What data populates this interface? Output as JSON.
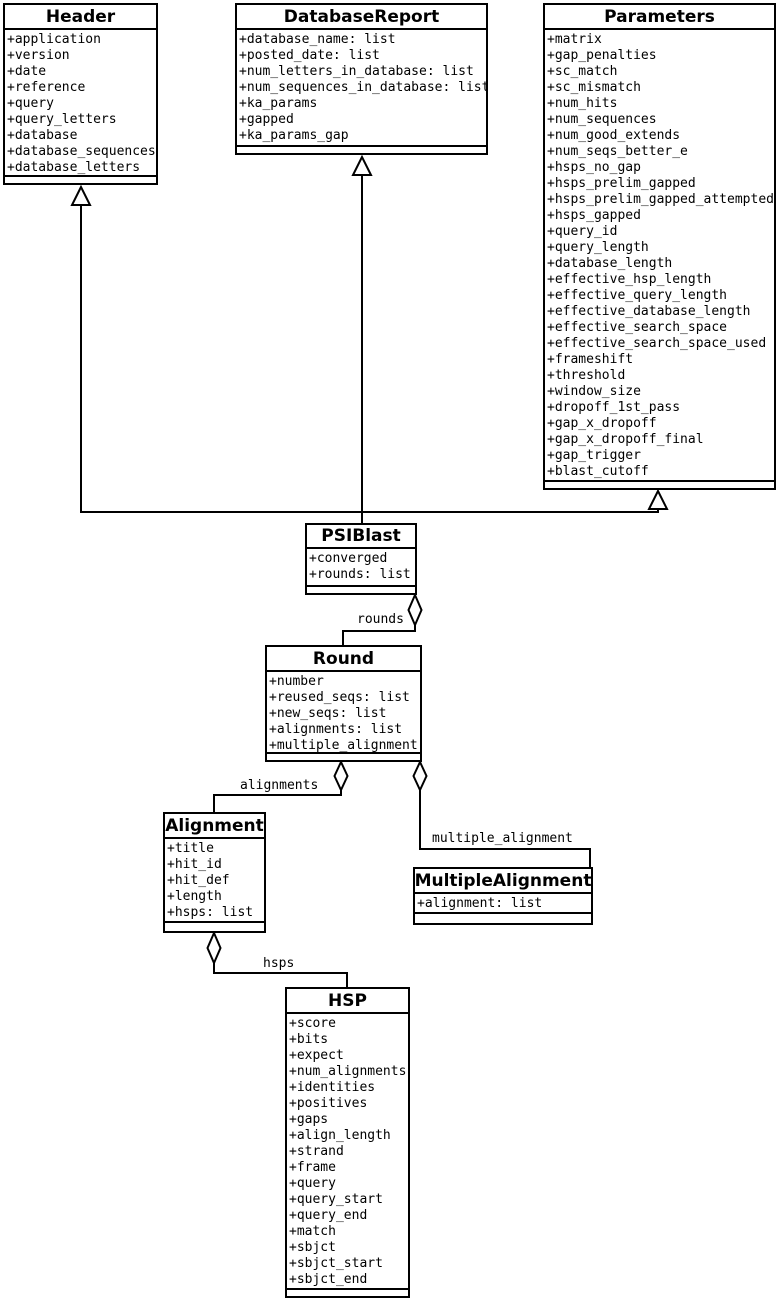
{
  "diagram": {
    "background": "#ffffff",
    "line_color": "#000000",
    "classes": {
      "header": {
        "name": "Header",
        "attributes": [
          "+application",
          "+version",
          "+date",
          "+reference",
          "+query",
          "+query_letters",
          "+database",
          "+database_sequences",
          "+database_letters"
        ]
      },
      "database_report": {
        "name": "DatabaseReport",
        "attributes": [
          "+database_name: list",
          "+posted_date: list",
          "+num_letters_in_database: list",
          "+num_sequences_in_database: list",
          "+ka_params",
          "+gapped",
          "+ka_params_gap"
        ]
      },
      "parameters": {
        "name": "Parameters",
        "attributes": [
          "+matrix",
          "+gap_penalties",
          "+sc_match",
          "+sc_mismatch",
          "+num_hits",
          "+num_sequences",
          "+num_good_extends",
          "+num_seqs_better_e",
          "+hsps_no_gap",
          "+hsps_prelim_gapped",
          "+hsps_prelim_gapped_attempted",
          "+hsps_gapped",
          "+query_id",
          "+query_length",
          "+database_length",
          "+effective_hsp_length",
          "+effective_query_length",
          "+effective_database_length",
          "+effective_search_space",
          "+effective_search_space_used",
          "+frameshift",
          "+threshold",
          "+window_size",
          "+dropoff_1st_pass",
          "+gap_x_dropoff",
          "+gap_x_dropoff_final",
          "+gap_trigger",
          "+blast_cutoff"
        ]
      },
      "psiblast": {
        "name": "PSIBlast",
        "attributes": [
          "+converged",
          "+rounds: list"
        ]
      },
      "round": {
        "name": "Round",
        "attributes": [
          "+number",
          "+reused_seqs: list",
          "+new_seqs: list",
          "+alignments: list",
          "+multiple_alignment"
        ]
      },
      "alignment": {
        "name": "Alignment",
        "attributes": [
          "+title",
          "+hit_id",
          "+hit_def",
          "+length",
          "+hsps: list"
        ]
      },
      "multiple_alignment": {
        "name": "MultipleAlignment",
        "attributes": [
          "+alignment: list"
        ]
      },
      "hsp": {
        "name": "HSP",
        "attributes": [
          "+score",
          "+bits",
          "+expect",
          "+num_alignments",
          "+identities",
          "+positives",
          "+gaps",
          "+align_length",
          "+strand",
          "+frame",
          "+query",
          "+query_start",
          "+query_end",
          "+match",
          "+sbjct",
          "+sbjct_start",
          "+sbjct_end"
        ]
      }
    },
    "edge_labels": {
      "rounds": "rounds",
      "alignments": "alignments",
      "multiple_alignment": "multiple_alignment",
      "hsps": "hsps"
    }
  }
}
